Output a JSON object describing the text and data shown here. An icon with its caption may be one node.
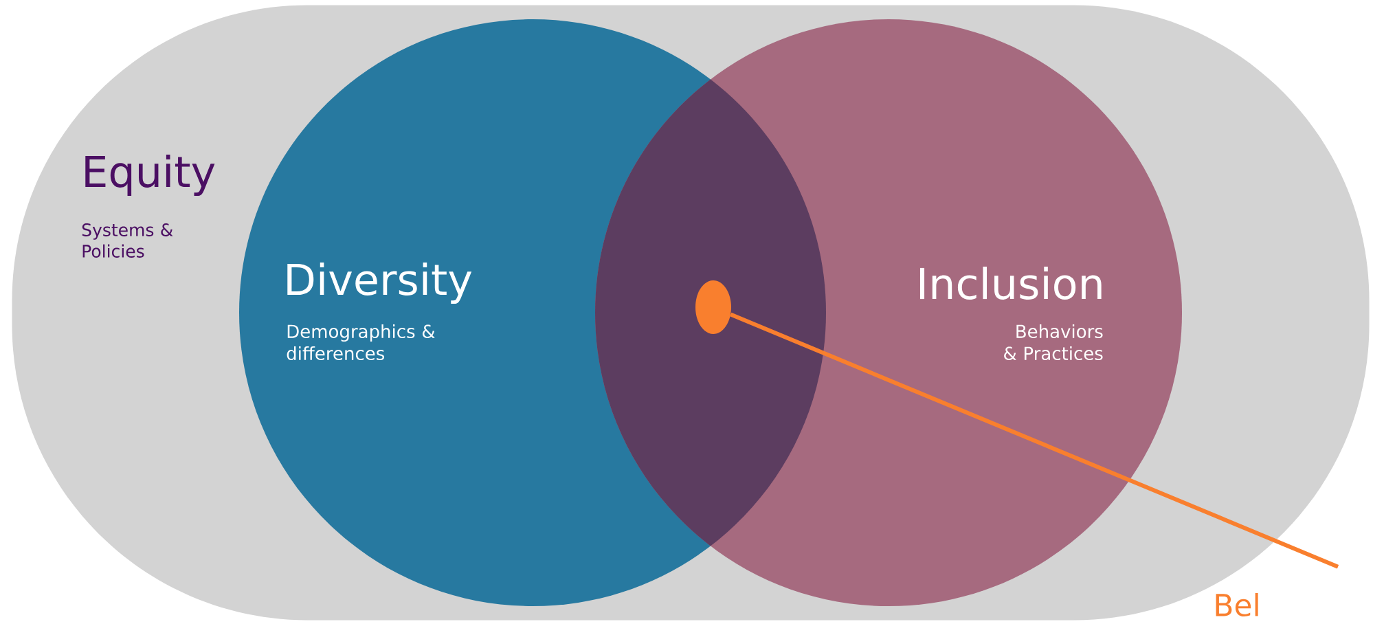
{
  "diagram": {
    "nodes": [
      {
        "text": [
          "Equity",
          "Systems & Policies"
        ]
      },
      {
        "text": [
          "Diversity",
          "Demographics & differences"
        ],
        "in": 0
      },
      {
        "text": [
          "Inclusion",
          "Behaviors & Practices"
        ],
        "in": 0
      },
      {
        "text": [],
        "shape": "circle"
      },
      {
        "text": [
          "Bel"
        ]
      }
    ],
    "edges": [
      {
        "from": 3,
        "to": 4,
        "arrow": "none"
      }
    ]
  }
}
